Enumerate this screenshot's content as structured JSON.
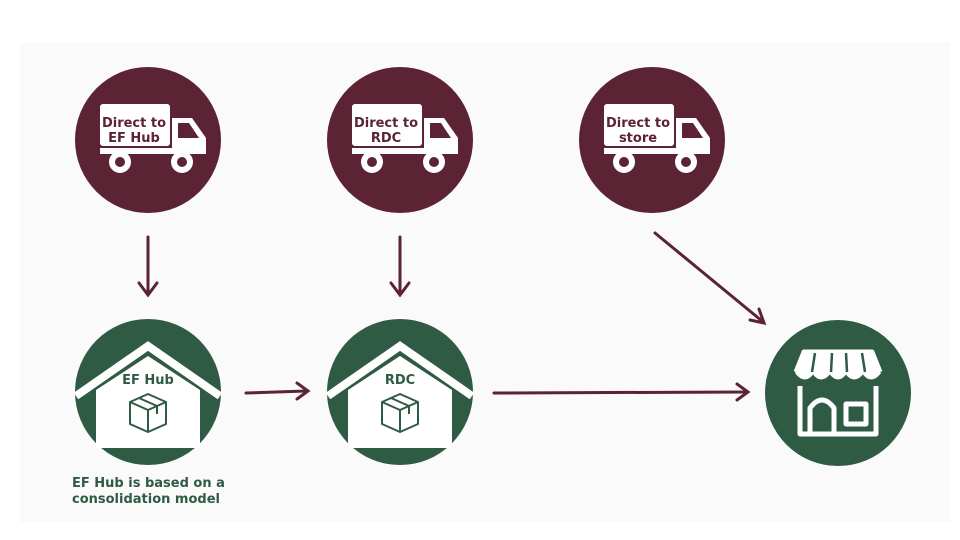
{
  "colors": {
    "source_circle": "#5b2333",
    "destination_circle": "#2f5a44",
    "arrow": "#5b2333",
    "icon_fill": "#ffffff"
  },
  "sources": [
    {
      "line1": "Direct to",
      "line2": "EF Hub",
      "icon": "truck-icon"
    },
    {
      "line1": "Direct to",
      "line2": "RDC",
      "icon": "truck-icon"
    },
    {
      "line1": "Direct to",
      "line2": "store",
      "icon": "truck-icon"
    }
  ],
  "destinations": [
    {
      "label": "EF Hub",
      "icon": "warehouse-icon",
      "inner_icon": "package-icon"
    },
    {
      "label": "RDC",
      "icon": "warehouse-icon",
      "inner_icon": "package-icon"
    },
    {
      "label": "",
      "icon": "storefront-icon"
    }
  ],
  "note": {
    "line1": "EF Hub is based on a",
    "line2": "consolidation model"
  }
}
